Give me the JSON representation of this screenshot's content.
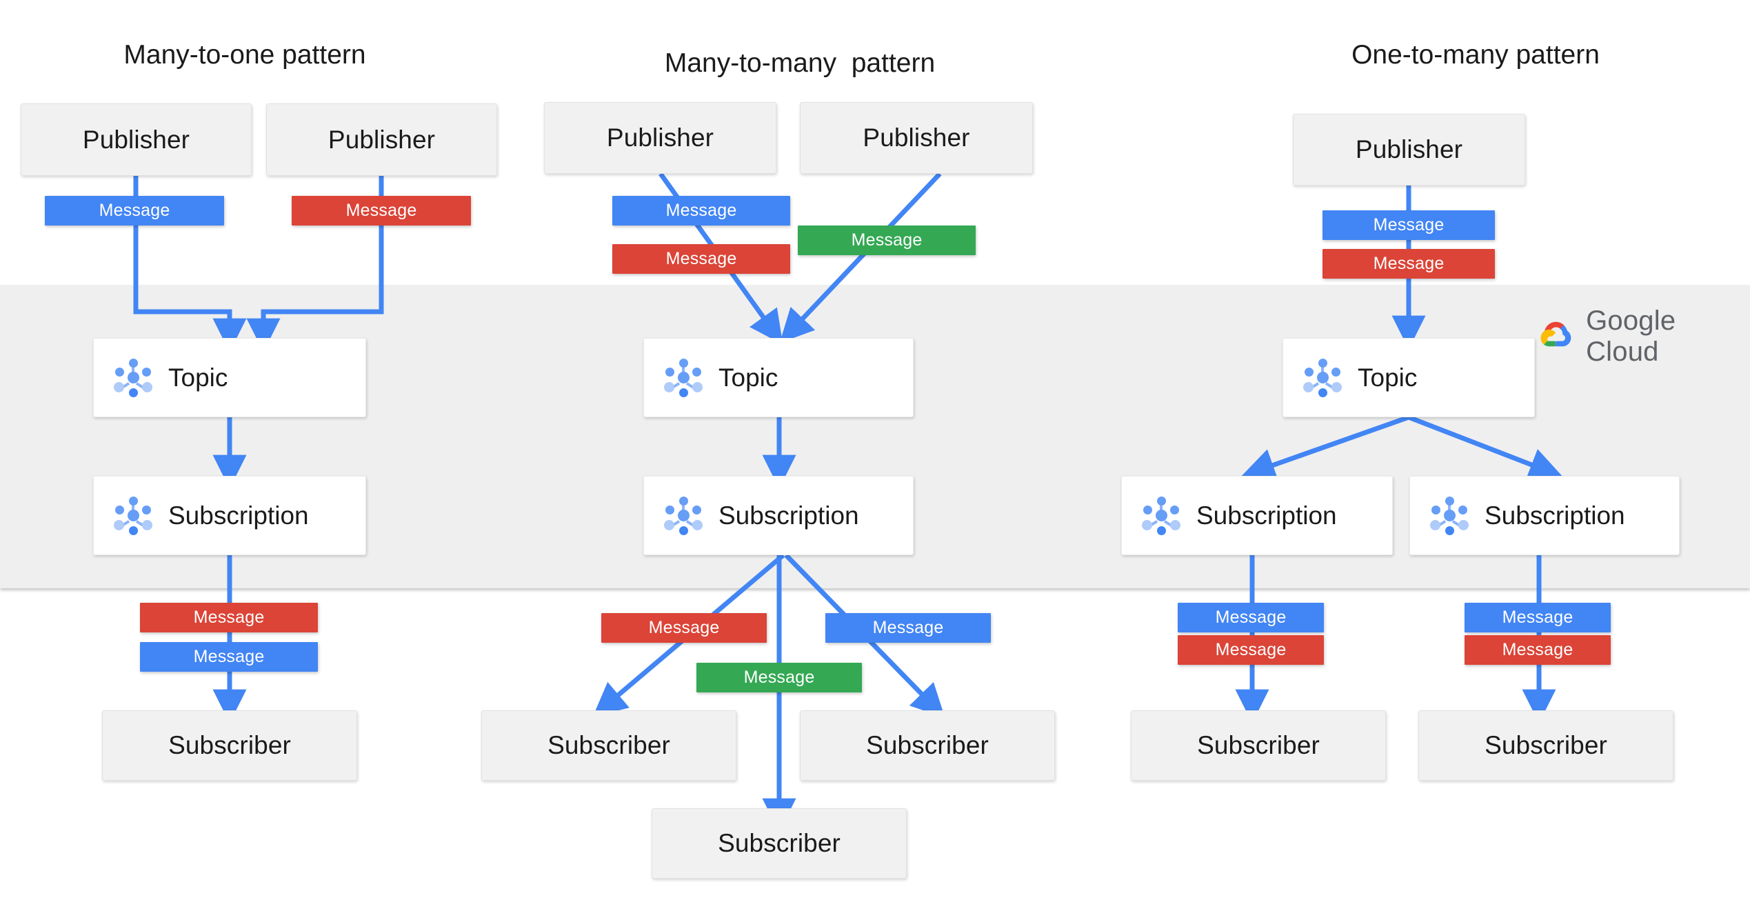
{
  "diagram": {
    "title_pattern_left": "Many-to-one pattern",
    "title_pattern_middle": "Many-to-many  pattern",
    "title_pattern_right": "One-to-many pattern",
    "brand": {
      "name_part1": "Google",
      "name_part2": "Cloud",
      "logo_icon": "google-cloud-logo"
    },
    "colors": {
      "blue": "#4285f4",
      "red": "#db4437",
      "green": "#34a853",
      "yellow": "#f4b400",
      "band": "#efefef",
      "node_gray": "#f1f1f1",
      "node_white": "#ffffff",
      "arrow": "#4285f4",
      "text": "#1a1a1a",
      "brand_text": "#5f6368"
    },
    "labels": {
      "publisher": "Publisher",
      "subscriber": "Subscriber",
      "topic": "Topic",
      "subscription": "Subscription",
      "message": "Message"
    },
    "columns": [
      {
        "id": "many-to-one",
        "title": "Many-to-one pattern",
        "publishers": [
          "Publisher",
          "Publisher"
        ],
        "publish_messages": [
          {
            "label": "Message",
            "color": "blue"
          },
          {
            "label": "Message",
            "color": "red"
          }
        ],
        "topics": [
          "Topic"
        ],
        "subscriptions": [
          "Subscription"
        ],
        "deliver_messages": [
          {
            "label": "Message",
            "color": "red"
          },
          {
            "label": "Message",
            "color": "blue"
          }
        ],
        "subscribers": [
          "Subscriber"
        ]
      },
      {
        "id": "many-to-many",
        "title": "Many-to-many  pattern",
        "publishers": [
          "Publisher",
          "Publisher"
        ],
        "publish_messages": [
          {
            "label": "Message",
            "color": "blue"
          },
          {
            "label": "Message",
            "color": "red"
          },
          {
            "label": "Message",
            "color": "green"
          }
        ],
        "topics": [
          "Topic"
        ],
        "subscriptions": [
          "Subscription"
        ],
        "deliver_messages": [
          {
            "label": "Message",
            "color": "red"
          },
          {
            "label": "Message",
            "color": "blue"
          },
          {
            "label": "Message",
            "color": "green"
          }
        ],
        "subscribers": [
          "Subscriber",
          "Subscriber",
          "Subscriber"
        ]
      },
      {
        "id": "one-to-many",
        "title": "One-to-many pattern",
        "publishers": [
          "Publisher"
        ],
        "publish_messages": [
          {
            "label": "Message",
            "color": "blue"
          },
          {
            "label": "Message",
            "color": "red"
          }
        ],
        "topics": [
          "Topic"
        ],
        "subscriptions": [
          "Subscription",
          "Subscription"
        ],
        "deliver_messages": [
          {
            "label": "Message",
            "color": "blue"
          },
          {
            "label": "Message",
            "color": "red"
          },
          {
            "label": "Message",
            "color": "blue"
          },
          {
            "label": "Message",
            "color": "red"
          }
        ],
        "subscribers": [
          "Subscriber",
          "Subscriber"
        ]
      }
    ]
  }
}
